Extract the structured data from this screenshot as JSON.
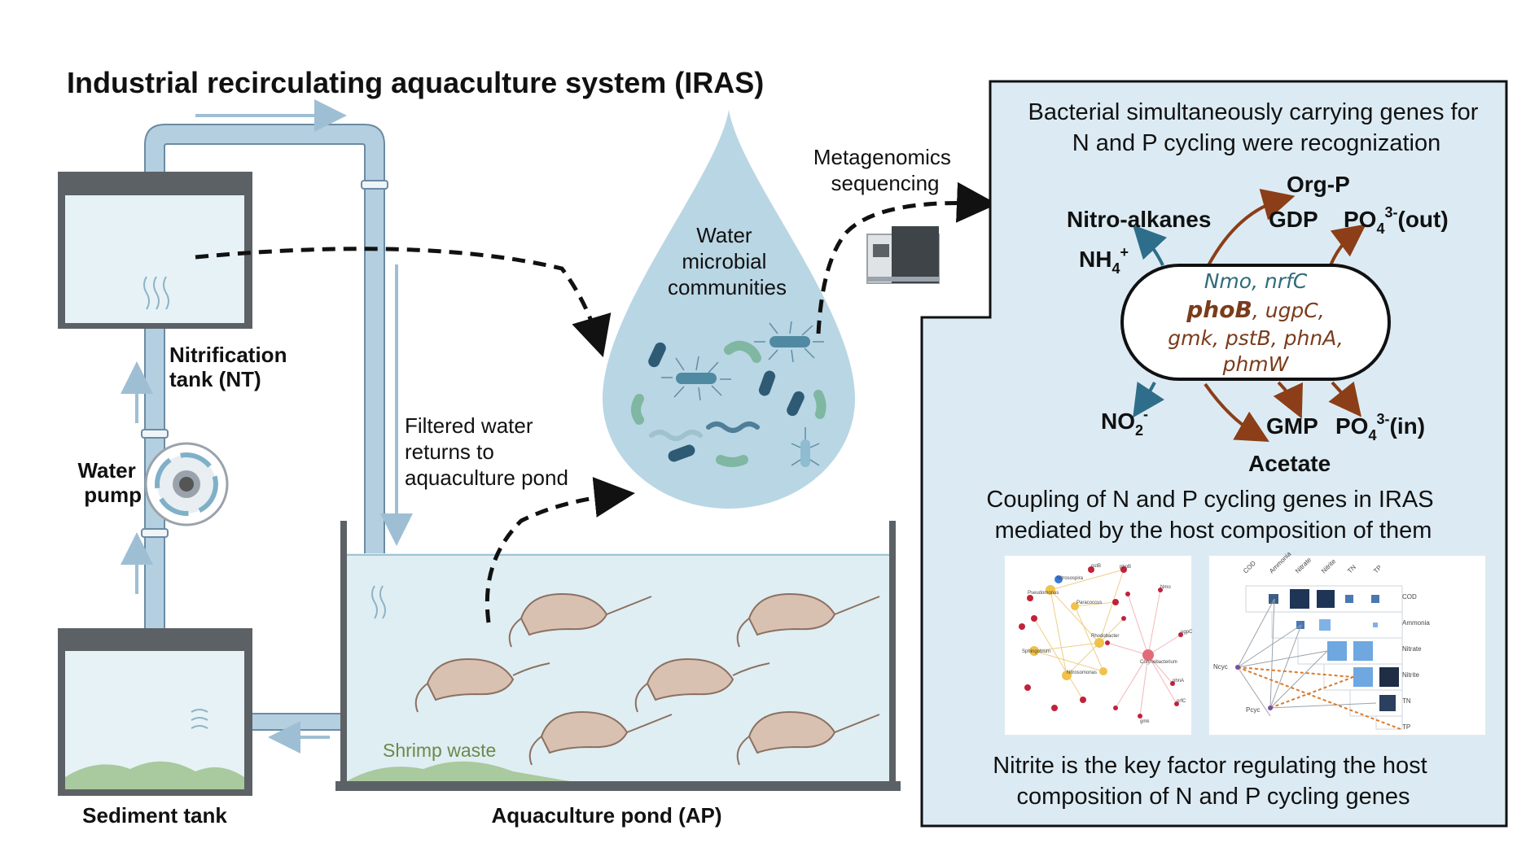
{
  "title": "Industrial recirculating aquaculture system (IRAS)",
  "labels": {
    "nitrification_tank": [
      "Nitrification",
      "tank (NT)"
    ],
    "water_pump": [
      "Water",
      "pump"
    ],
    "sediment_tank": "Sediment tank",
    "aquaculture_pond": "Aquaculture pond (AP)",
    "filtered_water": [
      "Filtered water",
      "returns to",
      "aquaculture pond"
    ],
    "shrimp_waste": "Shrimp waste",
    "water_microbial": [
      "Water",
      "microbial",
      "communities"
    ],
    "metagenomics": [
      "Metagenomics",
      "sequencing"
    ]
  },
  "panel": {
    "heading": [
      "Bacterial simultaneously carrying genes for",
      "N and P cycling were recognization"
    ],
    "compounds": {
      "org_p": "Org-P",
      "nitro_alkanes": "Nitro-alkanes",
      "gdp": "GDP",
      "po4_out": "PO4 3- (out)",
      "nh4": "NH4+",
      "no2": "NO2-",
      "gmp": "GMP",
      "po4_in": "PO4 3- (in)",
      "acetate": "Acetate"
    },
    "genes_n": "Nmo, nrfC",
    "genes_p_bold": "phoB",
    "genes_p_line1_rest": ", ugpC,",
    "genes_p_line2": "gmk, pstB, phnA,",
    "genes_p_line3": "phmW",
    "coupling": [
      "Coupling of N and P cycling genes in IRAS",
      "mediated by the host composition of them"
    ],
    "conclusion": [
      "Nitrite is the key factor regulating the host",
      "composition of N and P cycling genes"
    ],
    "network_labels": [
      "Nitrosospira",
      "Pseudomonas",
      "Paracoccus",
      "Sphingobium",
      "Rhodobacter",
      "Nitrosomonas",
      "phoB",
      "pstB",
      "phnA",
      "gmk",
      "ugpC",
      "Nmo",
      "nrfC",
      "Corynebacterium"
    ],
    "mantel": {
      "variables": [
        "COD",
        "Ammonia",
        "Nitrate",
        "Nitrite",
        "TN",
        "TP"
      ],
      "groups": [
        "Ncyc",
        "Pcyc"
      ]
    }
  },
  "colors": {
    "water": "#d6eaf0",
    "pipe": "#b4cfe0",
    "panel_bg": "#dcebf3",
    "teal_arrow": "#2e6e8a",
    "brown_arrow": "#8b3e17",
    "drop": "#b9d6e4"
  }
}
